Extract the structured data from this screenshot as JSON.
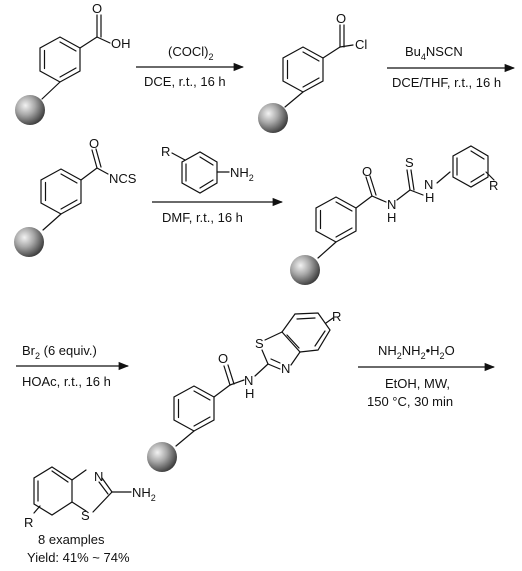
{
  "atoms": {
    "O": "O",
    "OH": "OH",
    "Cl": "Cl",
    "NCS": "NCS",
    "NH2": "NH",
    "NH2_sub": "2",
    "R": "R",
    "S": "S",
    "N": "N",
    "H": "H"
  },
  "steps": [
    {
      "above": "(COCl)",
      "above_sub": "2",
      "below": "DCE, r.t., 16 h"
    },
    {
      "above": "Bu",
      "above_sub": "4",
      "above_rest": "NSCN",
      "below": "DCE/THF, r.t., 16 h"
    },
    {
      "below": "DMF, r.t., 16 h"
    },
    {
      "above": "Br",
      "above_sub": "2",
      "above_rest": " (6 equiv.)",
      "below": "HOAc, r.t., 16 h"
    },
    {
      "above_p1": "NH",
      "above_s1": "2",
      "above_p2": "NH",
      "above_s2": "2",
      "above_p3": "•H",
      "above_s3": "2",
      "above_p4": "O",
      "below": "EtOH, MW,",
      "below2": "150 °C, 30 min"
    }
  ],
  "summary": {
    "examples": "8 examples",
    "yield": "Yield: 41% ~ 74%"
  }
}
